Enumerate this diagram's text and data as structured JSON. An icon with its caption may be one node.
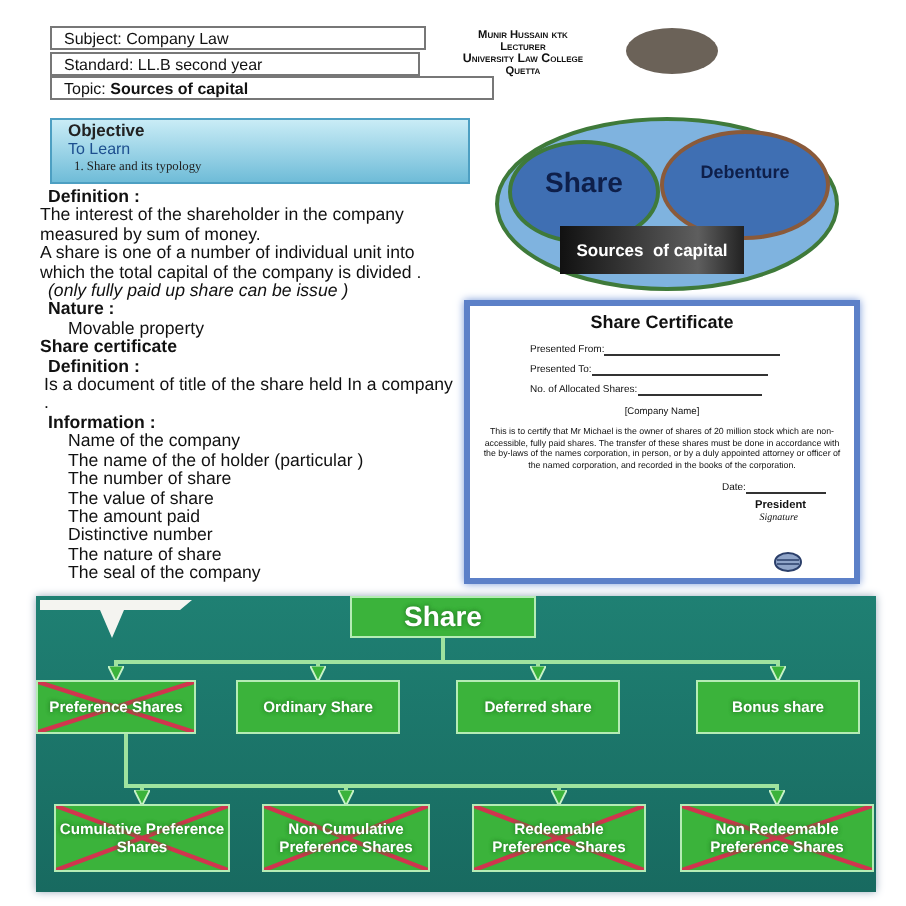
{
  "diagram": {
    "nodes": [
      {
        "text": [
          "Objective",
          "To Learn",
          "1.   Share and its typology"
        ]
      },
      {
        "text": [],
        "shape": "circle"
      },
      {
        "text": [
          "Share"
        ],
        "in": 1
      },
      {
        "text": [
          "Debenture"
        ],
        "in": 1
      },
      {
        "text": [
          "Sources  of capital"
        ],
        "in": 1
      },
      {
        "text": [
          "Share Certificate",
          "Presented From:",
          "Presented To:",
          "No. of Allocated Shares:",
          "[Company Name]",
          "This is to certify that Mr Michael is the owner of shares of 20 million stock which are non-accessible, fully paid shares. The transfer of these shares must be done in accordance with the by-laws of the names corporation, in person, or by a duly appointed attorney or officer of the named corporation, and recorded in the books of the corporation.",
          "Date:",
          "President",
          "Signature"
        ]
      },
      {
        "text": [],
        "shape": "box"
      },
      {
        "text": [
          "Share"
        ],
        "in": 6
      },
      {
        "text": [
          "Preference Shares"
        ],
        "in": 6
      },
      {
        "text": [
          "Ordinary Share"
        ],
        "in": 6
      },
      {
        "text": [
          "Deferred share"
        ],
        "in": 6
      },
      {
        "text": [
          "Bonus share"
        ],
        "in": 6
      },
      {
        "text": [
          "Cumulative Preference Shares"
        ],
        "in": 6
      },
      {
        "text": [
          "Non Cumulative Preference Shares"
        ],
        "in": 6
      },
      {
        "text": [
          "Redeemable Preference Shares"
        ],
        "in": 6
      },
      {
        "text": [
          "Non Redeemable Preference Shares"
        ],
        "in": 6
      }
    ],
    "edges": [
      {
        "from": 7,
        "to": 8,
        "arrow": "to"
      },
      {
        "from": 7,
        "to": 9,
        "arrow": "to"
      },
      {
        "from": 7,
        "to": 10,
        "arrow": "to"
      },
      {
        "from": 7,
        "to": 11,
        "arrow": "to"
      },
      {
        "from": 8,
        "to": 12,
        "arrow": "to"
      },
      {
        "from": 8,
        "to": 13,
        "arrow": "to"
      },
      {
        "from": 8,
        "to": 14,
        "arrow": "to"
      },
      {
        "from": 8,
        "to": 15,
        "arrow": "to"
      }
    ],
    "labels": [
      "Subject: Company Law",
      "Munir Hussain ktk",
      "Lecturer",
      "University Law College",
      "Quetta",
      "Standard: LL.B second year",
      "Topic:  **Sources of capital**",
      "Definition :",
      "The interest of the shareholder in the company measured by sum of money.",
      "A share  is one of a number of individual unit into which the total capital of the company is divided .",
      "(only fully paid up share can be issue )",
      "Nature :",
      "Movable property",
      "Share certificate",
      "Definition :",
      "Is a document of title of the share held In a company .",
      "Information :",
      "Name of the company",
      "The name of the of holder (particular )",
      "The number of share",
      "The value of share",
      "The amount paid",
      "Distinctive number",
      "The nature of share",
      "The seal of the company"
    ]
  }
}
